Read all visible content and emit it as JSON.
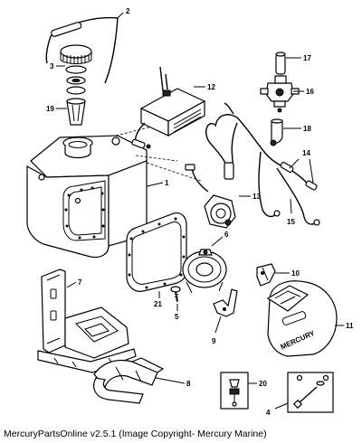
{
  "caption": "MercuryPartsOnline v2.5.1 (Image Copyright- Mercury Marine)",
  "callouts": {
    "c1": "1",
    "c2": "2",
    "c3": "3",
    "c4": "4",
    "c5": "5",
    "c6": "6",
    "c7": "7",
    "c8": "8",
    "c9": "9",
    "c10": "10",
    "c11": "11",
    "c12": "12",
    "c13": "13",
    "c14": "14",
    "c15": "15",
    "c16": "16",
    "c17": "17",
    "c18": "18",
    "c19": "19",
    "c20": "20",
    "c21": "21"
  },
  "cover_brand": "MERCURY"
}
